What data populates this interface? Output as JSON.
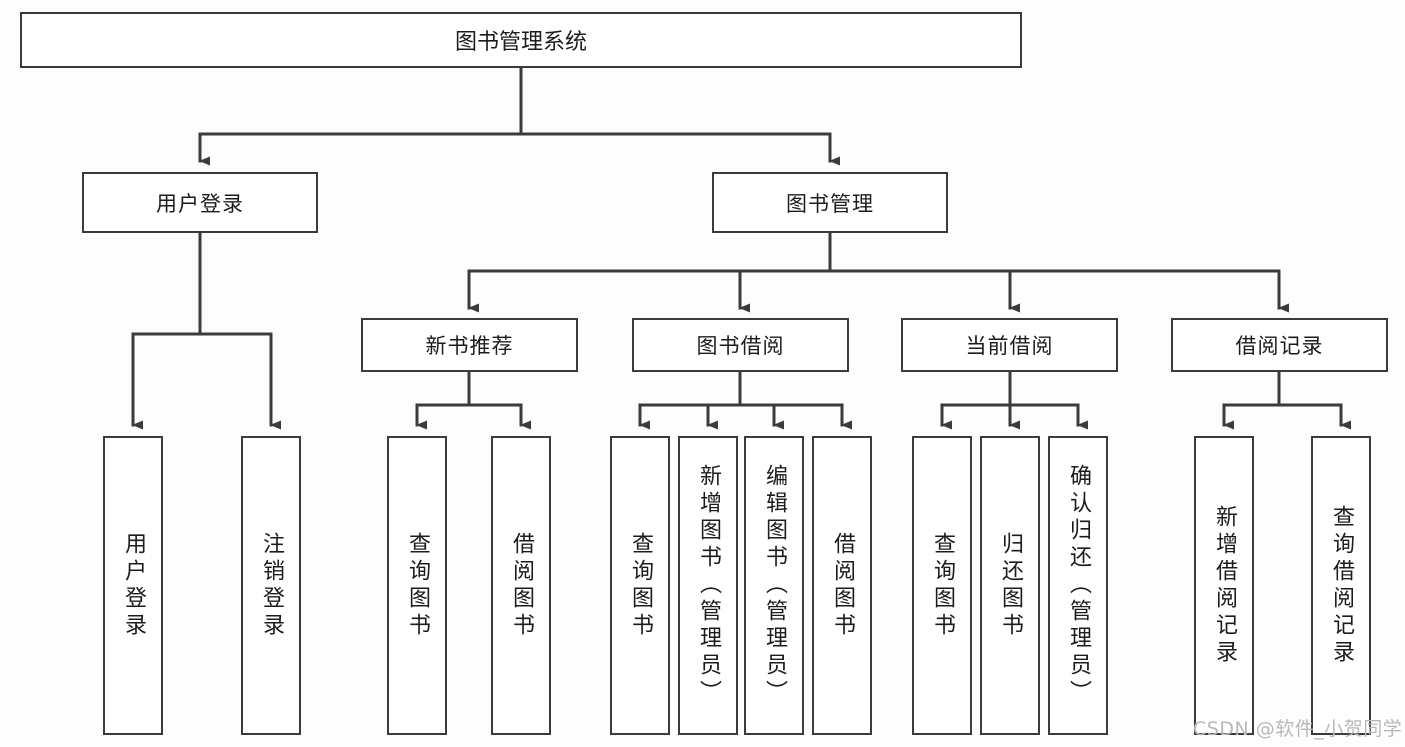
{
  "diagram": {
    "title": "图书管理系统",
    "watermark": "CSDN @软件_小贺同学",
    "colors": {
      "stroke": "#3b3b3b",
      "fill": "#ffffff",
      "text": "#1c1c1c",
      "watermark": "#b9b9b9"
    },
    "nodes": {
      "root": "图书管理系统",
      "level1": [
        {
          "id": "user-login",
          "label": "用户登录"
        },
        {
          "id": "book-manage",
          "label": "图书管理"
        }
      ],
      "level2": [
        {
          "id": "new-book-recommend",
          "label": "新书推荐"
        },
        {
          "id": "book-borrow",
          "label": "图书借阅"
        },
        {
          "id": "current-borrow",
          "label": "当前借阅"
        },
        {
          "id": "borrow-record",
          "label": "借阅记录"
        }
      ],
      "leaves": {
        "user-login": [
          {
            "id": "leaf-user-login",
            "label": "用户登录"
          },
          {
            "id": "leaf-user-logout",
            "label": "注销登录"
          }
        ],
        "new-book-recommend": [
          {
            "id": "leaf-query-book-1",
            "label": "查询图书"
          },
          {
            "id": "leaf-borrow-book-1",
            "label": "借阅图书"
          }
        ],
        "book-borrow": [
          {
            "id": "leaf-query-book-2",
            "label": "查询图书"
          },
          {
            "id": "leaf-add-book",
            "label": "新增图书（管理员）"
          },
          {
            "id": "leaf-edit-book",
            "label": "编辑图书（管理员）"
          },
          {
            "id": "leaf-borrow-book-2",
            "label": "借阅图书"
          }
        ],
        "current-borrow": [
          {
            "id": "leaf-query-book-3",
            "label": "查询图书"
          },
          {
            "id": "leaf-return-book",
            "label": "归还图书"
          },
          {
            "id": "leaf-confirm-return",
            "label": "确认归还（管理员）"
          }
        ],
        "borrow-record": [
          {
            "id": "leaf-add-record",
            "label": "新增借阅记录"
          },
          {
            "id": "leaf-query-record",
            "label": "查询借阅记录"
          }
        ]
      }
    }
  }
}
